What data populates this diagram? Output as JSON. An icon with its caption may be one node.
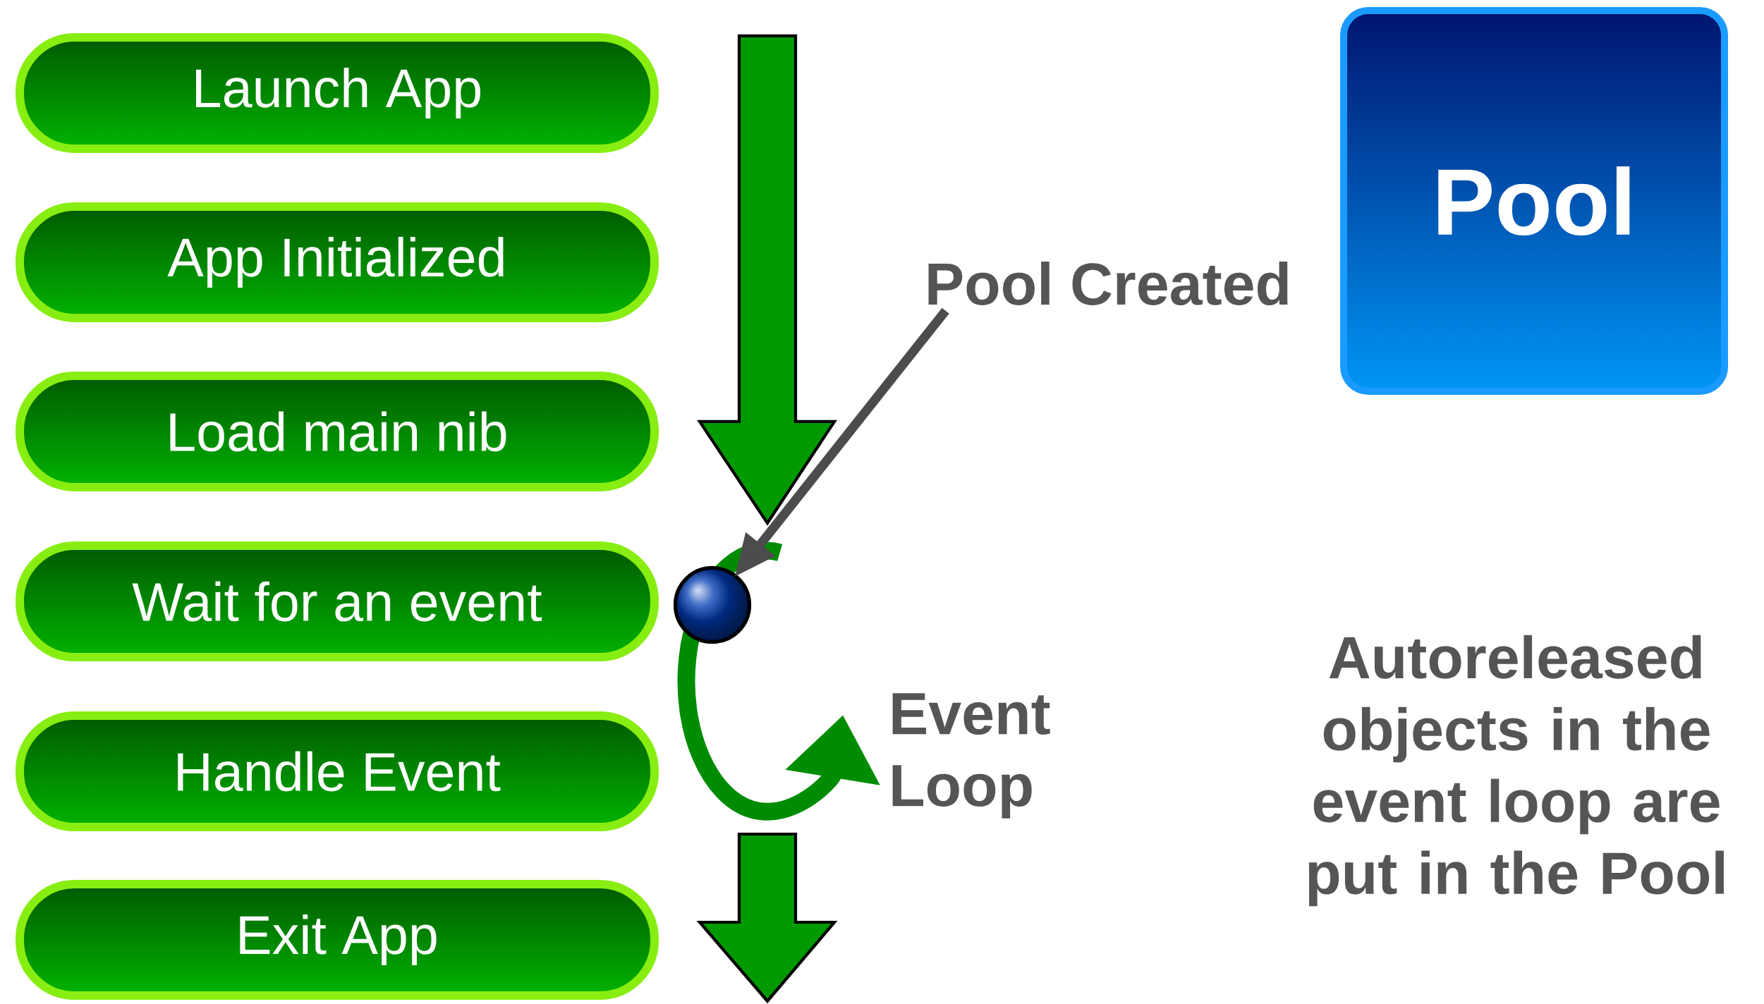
{
  "diagram": {
    "nodes": [
      {
        "text": [
          "Launch App"
        ]
      },
      {
        "text": [
          "App Initialized"
        ]
      },
      {
        "text": [
          "Load main nib"
        ]
      },
      {
        "text": [
          "Wait for an event"
        ]
      },
      {
        "text": [
          "Handle Event"
        ]
      },
      {
        "text": [
          "Exit App"
        ]
      },
      {
        "text": [
          "Pool"
        ]
      },
      {
        "text": [
          "Pool Created"
        ]
      },
      {
        "text": [],
        "shape": "circle"
      }
    ],
    "edges": [
      {
        "from": 7,
        "to": 8,
        "arrow": "to"
      }
    ],
    "labels": [
      "Event Loop",
      "Autoreleased objects in the event loop are put in the Pool"
    ]
  }
}
